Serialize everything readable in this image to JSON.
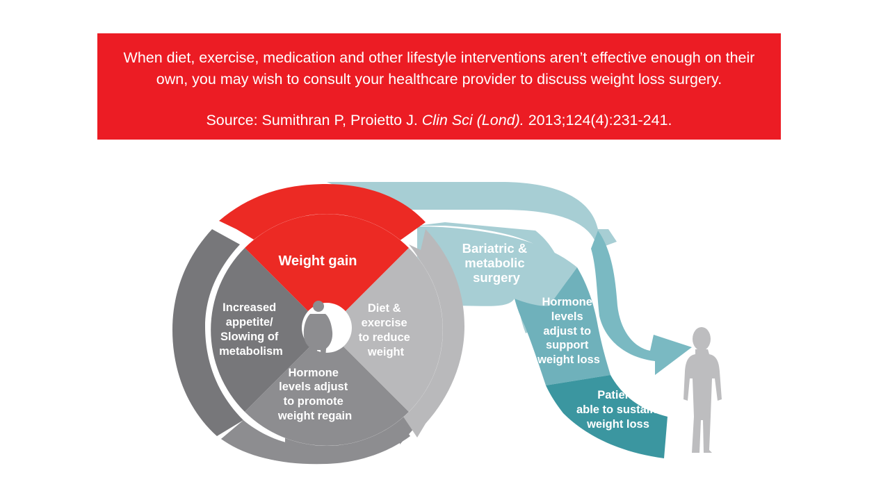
{
  "banner": {
    "line1": "When diet, exercise, medication and other lifestyle interventions aren’t effective enough on their",
    "line2": "own, you may wish to consult your healthcare provider to discuss weight loss surgery.",
    "source_prefix": "Source: Sumithran P, Proietto J. ",
    "source_journal": "Clin Sci (Lond).",
    "source_suffix": " 2013;124(4):231-241.",
    "color": "#ec1c24"
  },
  "cycle": {
    "weight_gain": "Weight gain",
    "appetite": [
      "Increased",
      "appetite/",
      "Slowing of",
      "metabolism"
    ],
    "diet": [
      "Diet &",
      "exercise",
      "to reduce",
      "weight"
    ],
    "hormone_regain": [
      "Hormone",
      "levels adjust",
      "to promote",
      "weight regain"
    ]
  },
  "path": {
    "surgery": [
      "Bariatric &",
      "metabolic",
      "surgery"
    ],
    "hormone_support": [
      "Hormone",
      "levels",
      "adjust to",
      "support",
      "weight loss"
    ],
    "patient": [
      "Patient",
      "able to sustain",
      "weight loss"
    ]
  },
  "icons": [
    "obese-person-icon",
    "slim-woman-icon"
  ],
  "colors": {
    "red": "#ec2a24",
    "dark_gray": "#77777a",
    "mid_gray": "#8d8d90",
    "light_gray": "#b9b9bb",
    "teal_light": "#a7ced4",
    "teal_mid": "#6fb1bb",
    "teal_dark": "#3b96a0"
  }
}
